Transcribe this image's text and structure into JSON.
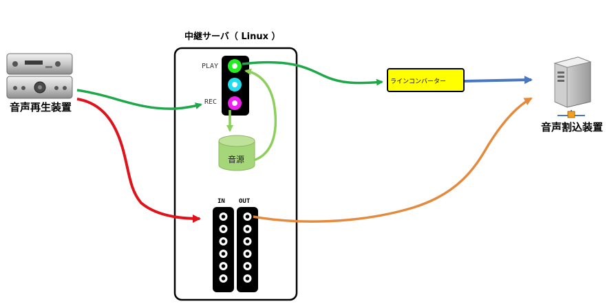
{
  "server": {
    "title": "中継サーバ（ Linux ）"
  },
  "player": {
    "label": "音声再生装置"
  },
  "interrupt": {
    "label": "音声割込装置"
  },
  "ports": {
    "play": "PLAY",
    "rec": "REC",
    "in": "IN",
    "out": "OUT"
  },
  "source": {
    "label": "音源"
  },
  "converter": {
    "label": "ラインコンバーター"
  },
  "colors": {
    "green_arrow": "#1fa84a",
    "red_arrow": "#e0121a",
    "orange_arrow": "#e58a3c",
    "blue_arrow": "#4a78c0",
    "light_green_arrow": "#8ccf5a",
    "play_jack": "#22ee22",
    "mid_jack": "#22ddee",
    "rec_jack": "#ee22ee",
    "converter_fill": "#ffff00",
    "source_fill": "#a6d67a"
  }
}
